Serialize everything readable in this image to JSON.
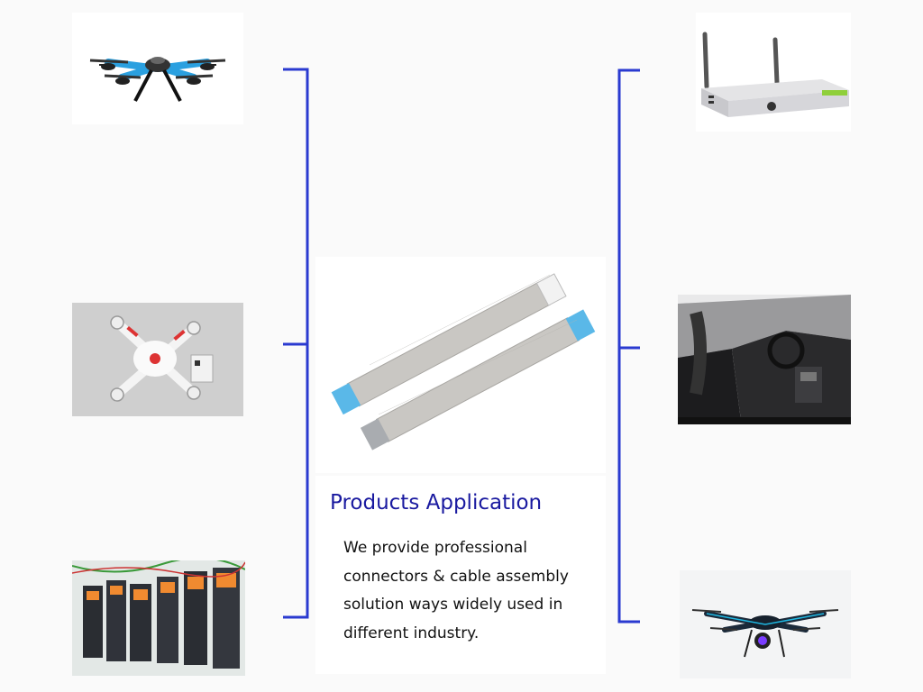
{
  "heading": "Products Application",
  "description_lines": [
    "We provide professional",
    "connectors & cable assembly",
    "solution ways widely used in",
    "different industry."
  ],
  "colors": {
    "bracket": "#2a3ad0",
    "heading": "#1a1aa0",
    "cable_tab": "#5ab8e8"
  },
  "images": {
    "left": [
      "blue-quadcopter-drone",
      "white-camera-drone",
      "industrial-control-cabinets"
    ],
    "center": "flat-flexible-cables",
    "right": [
      "tv-set-top-box",
      "car-interior",
      "drone-with-camera"
    ]
  }
}
